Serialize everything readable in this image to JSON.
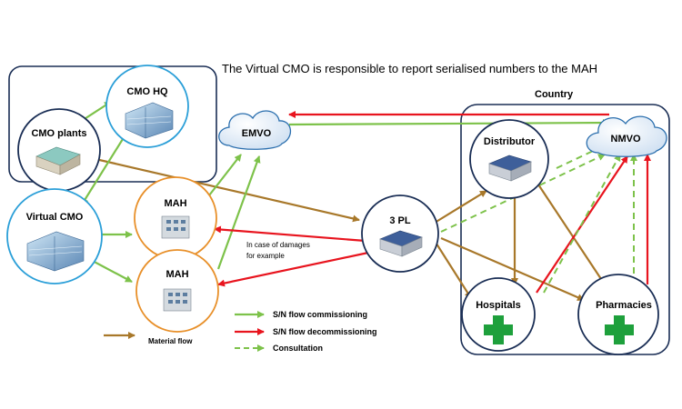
{
  "title": "The Virtual CMO is responsible to report serialised numbers to the MAH",
  "nodes": {
    "cmo_hq": "CMO HQ",
    "cmo_plants": "CMO plants",
    "virtual_cmo": "Virtual CMO",
    "mah_top": "MAH",
    "mah_bottom": "MAH",
    "emvo": "EMVO",
    "three_pl": "3 PL",
    "country": "Country",
    "distributor": "Distributor",
    "nmvo": "NMVO",
    "hospitals": "Hospitals",
    "pharmacies": "Pharmacies"
  },
  "annotation": {
    "line1": "In case of damages",
    "line2": "for example"
  },
  "legend": {
    "material_flow": "Material flow",
    "commissioning": "S/N flow commissioning",
    "decommissioning": "S/N flow decommissioning",
    "consultation": "Consultation"
  },
  "colors": {
    "brown": "#A8782A",
    "green": "#7DC24A",
    "red": "#E8141E",
    "navy": "#1A2E55",
    "sky": "#2B9FD8",
    "orange": "#E8902A",
    "cross": "#1EA03C"
  }
}
